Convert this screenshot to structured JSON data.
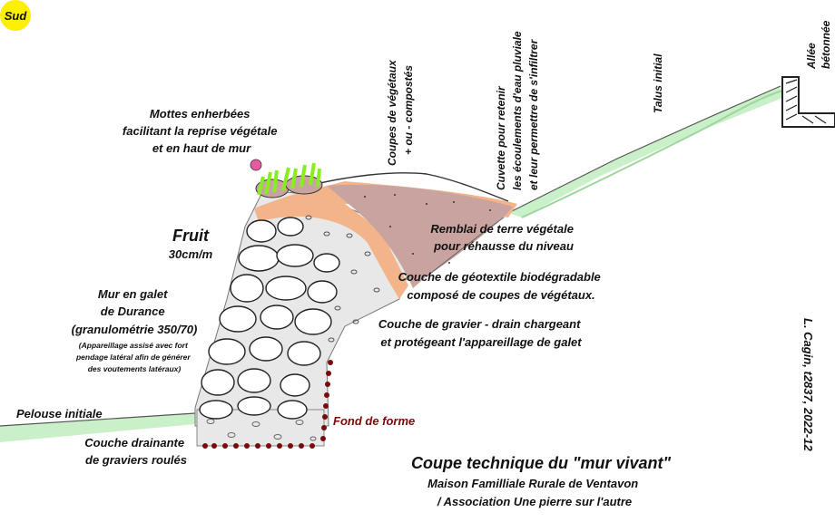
{
  "badge": "Sud",
  "labels": {
    "mottes": [
      "Mottes enherbées",
      "facilitant la reprise végétale",
      "et en haut de mur"
    ],
    "coupes": [
      "Coupes de végétaux",
      "+ ou - compostés"
    ],
    "cuvette": [
      "Cuvette pour retenir",
      "les écoulements d'eau pluviale",
      "et leur permettre de s'infiltrer"
    ],
    "talus": "Talus initial",
    "allee": [
      "Allée",
      "bétonnée"
    ],
    "fruit": "Fruit",
    "fruit_value": "30cm/m",
    "remblai": [
      "Remblai de terre végétale",
      "pour réhausse du niveau"
    ],
    "geotextile": [
      "Couche de géotextile biodégradable",
      "composé de coupes de végétaux."
    ],
    "gravier": [
      "Couche de gravier - drain chargeant",
      "et protégeant l'appareillage de galet"
    ],
    "mur": [
      "Mur en galet",
      "de Durance",
      "(granulométrie 350/70)"
    ],
    "mur_note": [
      "(Appareillage assisé avec fort",
      "pendage latéral afin de générer",
      "des voutements latéraux)"
    ],
    "pelouse": "Pelouse initiale",
    "drainante": [
      "Couche drainante",
      "de graviers roulés"
    ],
    "fond": "Fond de forme",
    "title": "Coupe technique du \"mur vivant\"",
    "subtitle": [
      "Maison Familliale Rurale de Ventavon",
      "/ Association Une pierre sur l'autre"
    ],
    "credit": "L. Cagin, t2837, 2022-12"
  },
  "colors": {
    "badge": "#ffef00",
    "grass": "#c9f0c9",
    "grass_edge": "#555555",
    "remblai": "#c9a3a0",
    "geotextile": "#f4b48a",
    "gravel": "#e8e8e8",
    "tufts": "#88ee22",
    "fond": "#7a0a0a",
    "flower": "#e85aa0"
  }
}
